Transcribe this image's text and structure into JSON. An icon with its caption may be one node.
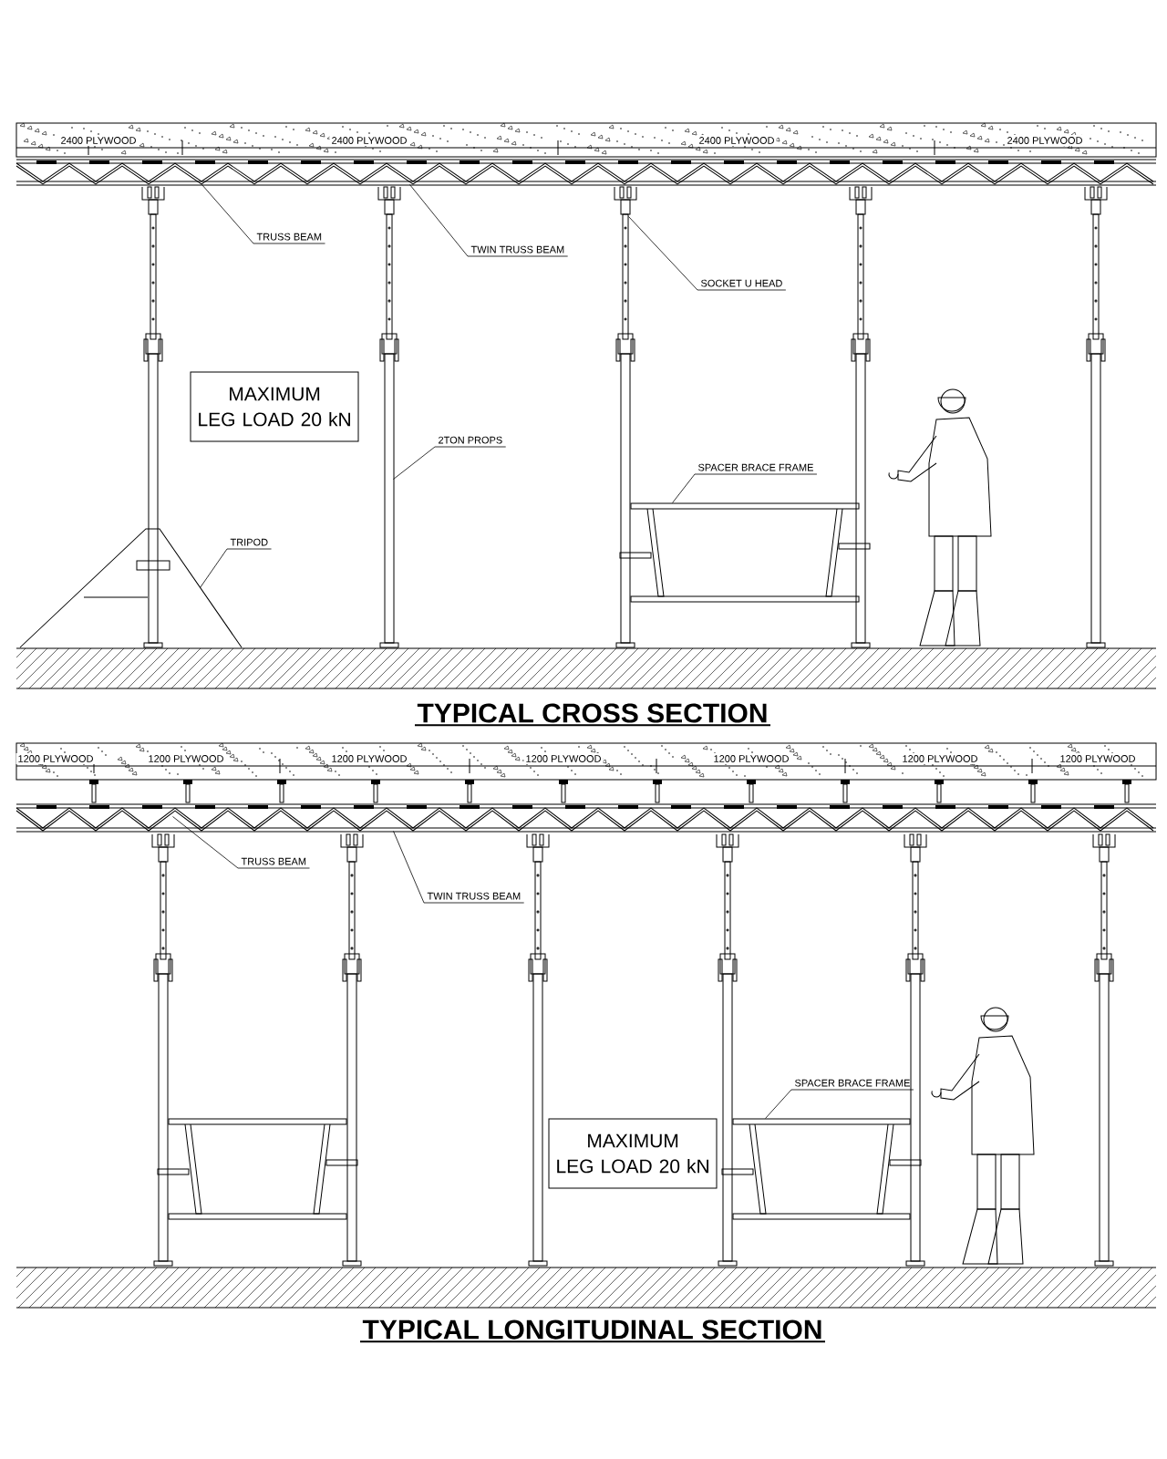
{
  "diagram": {
    "nodes": [
      {
        "text": [
          "TRUSS BEAM"
        ]
      },
      {
        "text": [
          "TWIN TRUSS BEAM"
        ]
      },
      {
        "text": [
          "SOCKET U HEAD"
        ]
      },
      {
        "text": [
          "MAXIMUM LEG LOAD 20 kN"
        ]
      },
      {
        "text": [
          "2TON PROPS"
        ]
      },
      {
        "text": [
          "SPACER BRACE FRAME"
        ]
      },
      {
        "text": [
          "TRIPOD"
        ]
      },
      {
        "text": [
          "TRUSS BEAM"
        ]
      },
      {
        "text": [
          "TWIN TRUSS BEAM"
        ]
      },
      {
        "text": [
          "SPACER BRACE FRAME"
        ]
      },
      {
        "text": [
          "MAXIMUM LEG LOAD 20 kN"
        ]
      },
      {
        "text": [],
        "shape": "picture"
      },
      {
        "text": [],
        "shape": "picture"
      },
      {
        "text": [],
        "shape": "picture"
      },
      {
        "text": [],
        "shape": "picture"
      },
      {
        "text": [],
        "shape": "picture"
      },
      {
        "text": [],
        "shape": "picture"
      },
      {
        "text": [],
        "shape": "picture"
      }
    ],
    "edges": [
      {
        "from": 0,
        "to": 11,
        "arrow": "none"
      },
      {
        "from": 1,
        "to": 11,
        "arrow": "none"
      },
      {
        "from": 2,
        "to": 13,
        "arrow": "none"
      },
      {
        "from": 4,
        "to": 12,
        "arrow": "none"
      },
      {
        "from": 5,
        "to": 15,
        "arrow": "none"
      },
      {
        "from": 6,
        "to": 14,
        "arrow": "none"
      },
      {
        "from": 7,
        "to": 16,
        "arrow": "none"
      },
      {
        "from": 8,
        "to": 16,
        "arrow": "none"
      },
      {
        "from": 9,
        "to": 17,
        "arrow": "none"
      }
    ],
    "labels": [
      "2400 PLYWOOD",
      "2400 PLYWOOD",
      "2400 PLYWOOD",
      "2400 PLYWOOD",
      "TYPICAL CROSS SECTION",
      "1200 PLYWOOD",
      "1200 PLYWOOD",
      "1200 PLYWOOD",
      "1200 PLYWOOD",
      "1200 PLYWOOD",
      "1200 PLYWOOD",
      "1200 PLYWOOD",
      "TYPICAL LONGITUDINAL SECTION"
    ]
  }
}
